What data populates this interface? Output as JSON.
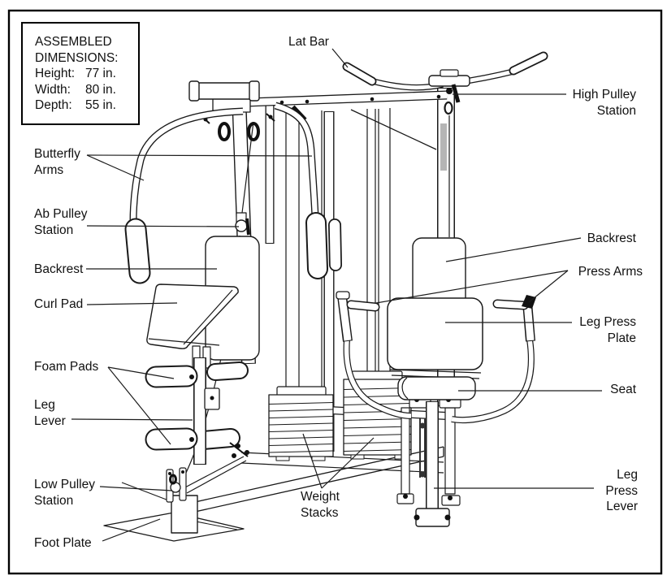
{
  "figure": {
    "dimensions_box": {
      "title_line1": "ASSEMBLED",
      "title_line2": "DIMENSIONS:",
      "rows": [
        {
          "label": "Height:",
          "value": "77 in."
        },
        {
          "label": "Width:",
          "value": "80 in."
        },
        {
          "label": "Depth:",
          "value": "55 in."
        }
      ]
    },
    "labels": {
      "lat_bar": "Lat Bar",
      "high_pulley": [
        "High Pulley",
        "Station"
      ],
      "butterfly_arms": [
        "Butterfly",
        "Arms"
      ],
      "ab_pulley": [
        "Ab Pulley",
        "Station"
      ],
      "backrest_left": "Backrest",
      "curl_pad": "Curl Pad",
      "foam_pads": "Foam Pads",
      "leg_lever": [
        "Leg",
        "Lever"
      ],
      "low_pulley": [
        "Low Pulley",
        "Station"
      ],
      "foot_plate": "Foot Plate",
      "weight_stacks": [
        "Weight",
        "Stacks"
      ],
      "backrest_right": "Backrest",
      "press_arms": "Press Arms",
      "leg_press_plate": [
        "Leg Press",
        "Plate"
      ],
      "seat": "Seat",
      "leg_press_lever": [
        "Leg",
        "Press",
        "Lever"
      ]
    },
    "colors": {
      "line": "#1a1a1a",
      "grip_shade": "#b5b5b5",
      "background": "#ffffff"
    }
  }
}
